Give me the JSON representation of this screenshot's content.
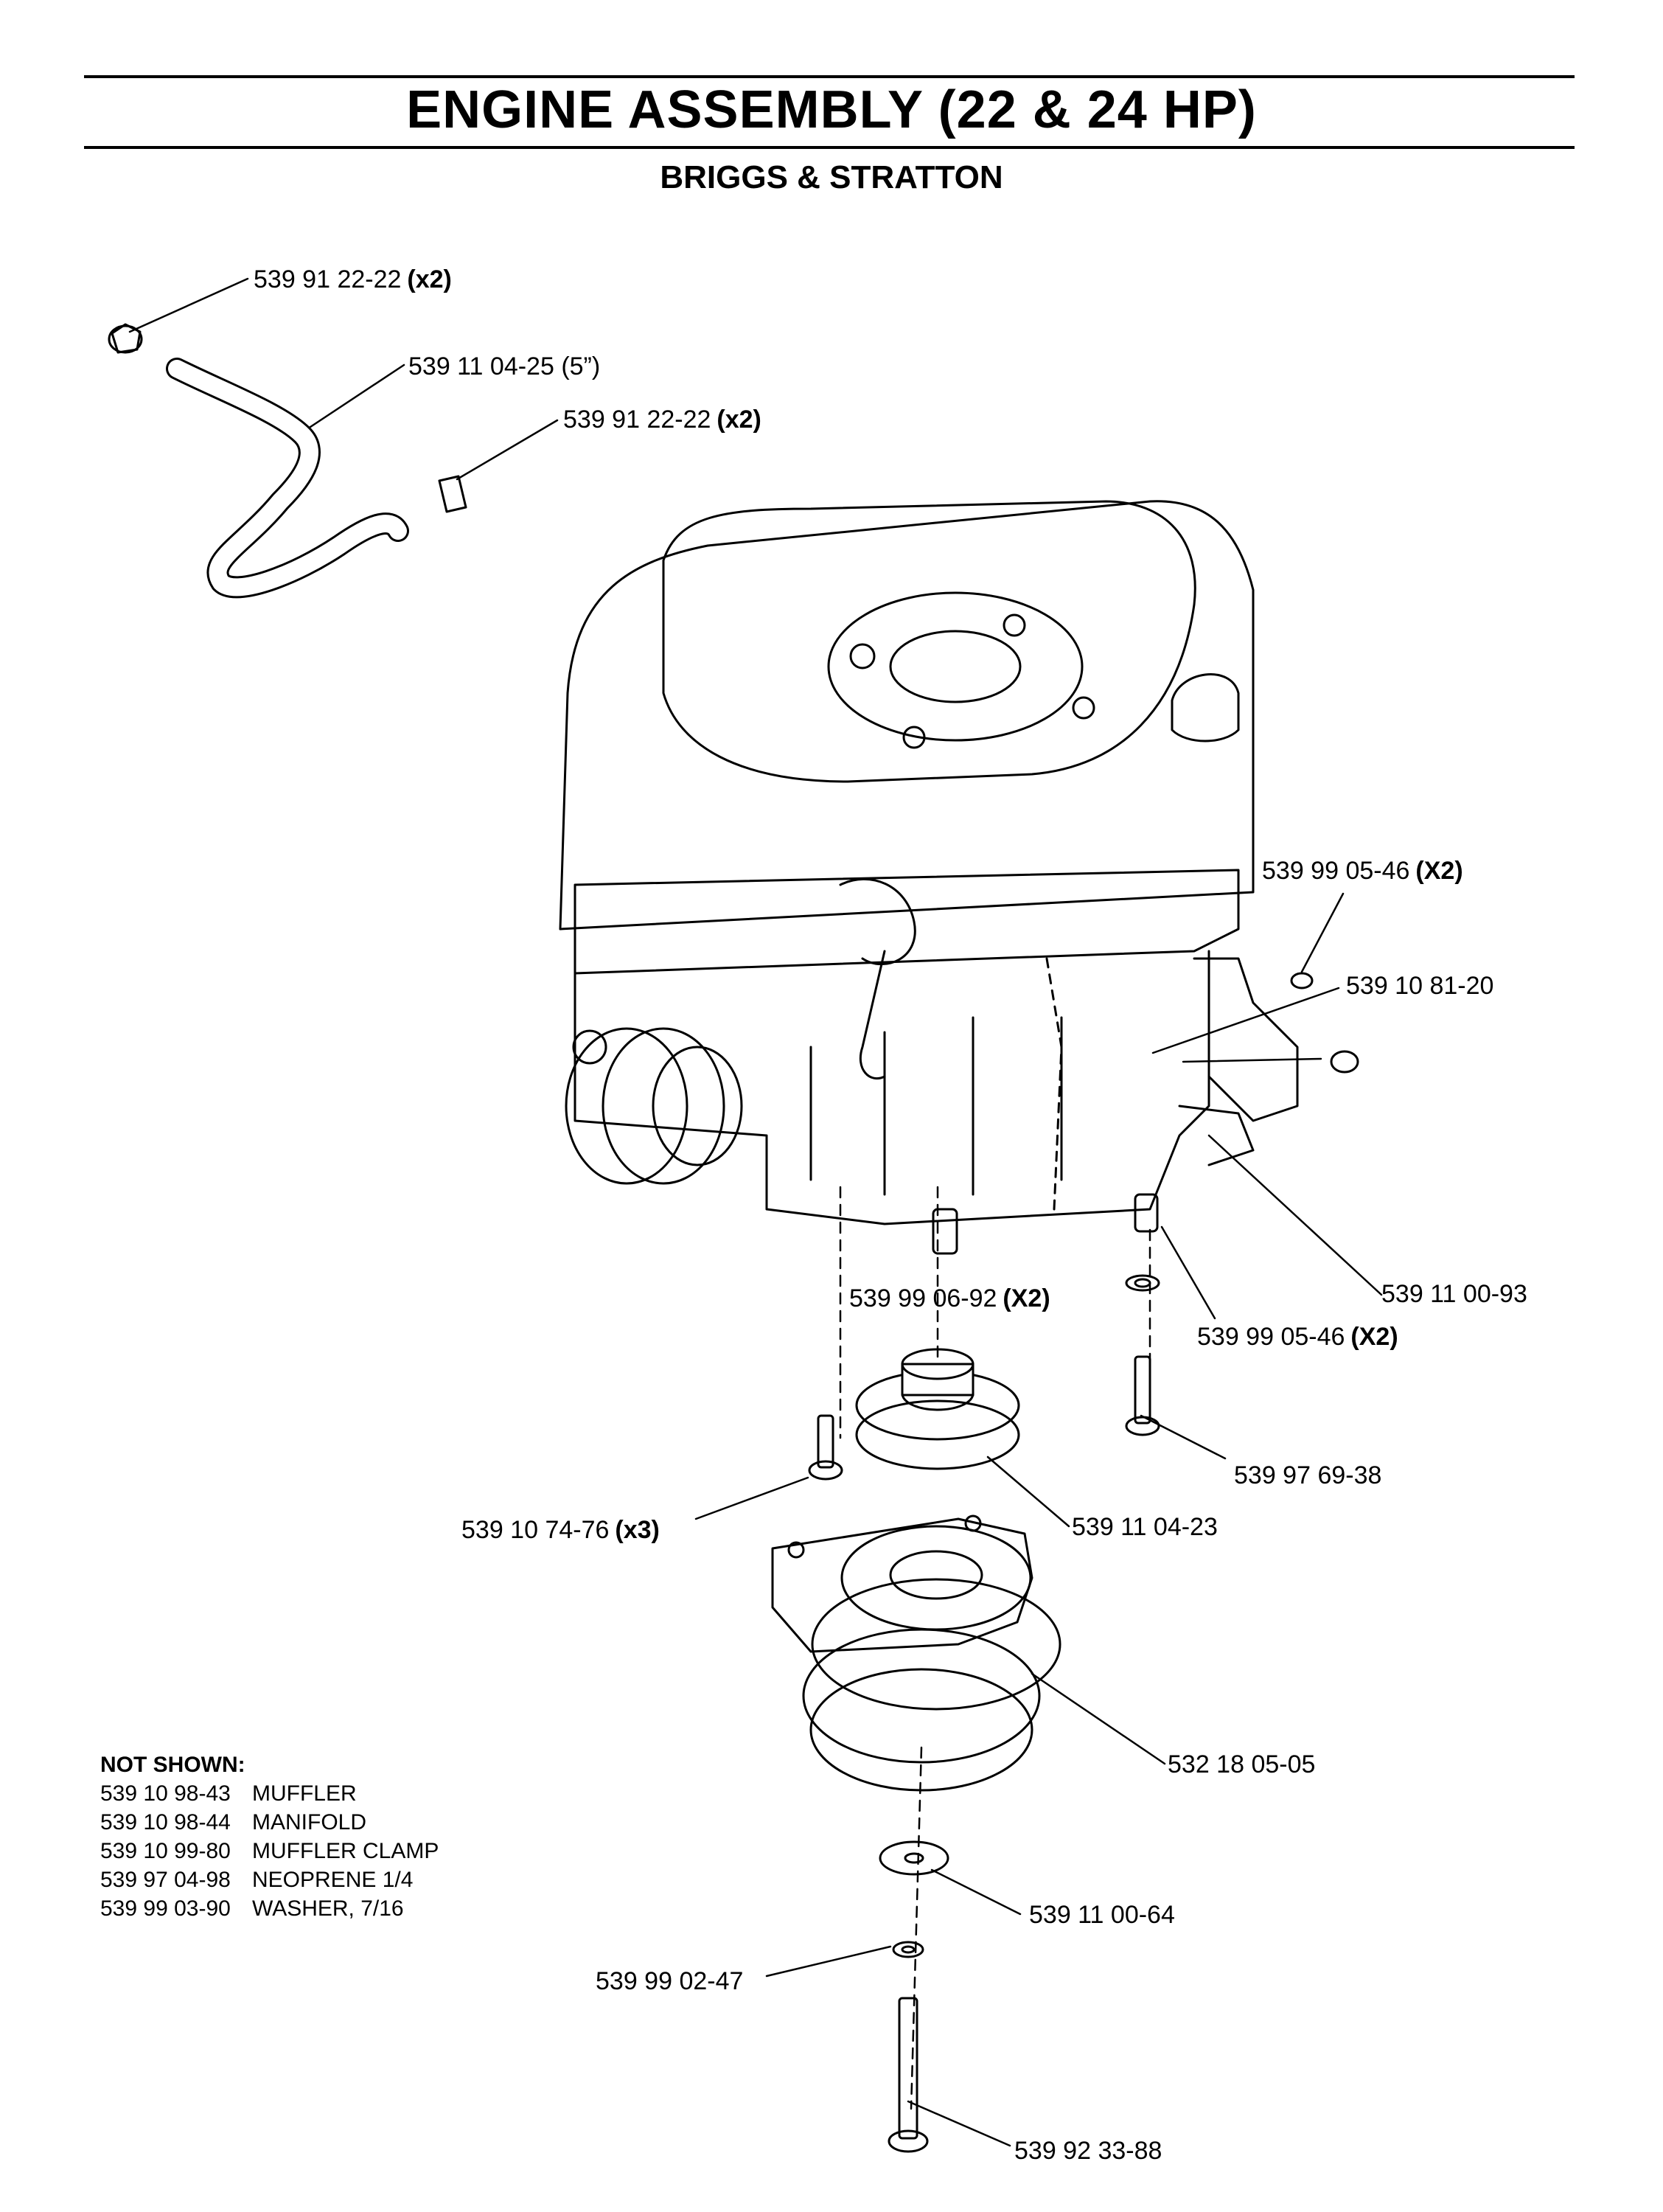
{
  "header": {
    "title": "ENGINE ASSEMBLY (22 & 24 HP)",
    "subtitle": "BRIGGS & STRATTON"
  },
  "callouts": [
    {
      "part": "539 91 22-22",
      "qty": "(x2)"
    },
    {
      "part": "539 11 04-25 (5”)",
      "qty": ""
    },
    {
      "part": "539 91 22-22",
      "qty": "(x2)"
    },
    {
      "part": "539 99 05-46",
      "qty": "(X2)"
    },
    {
      "part": "539 10 81-20",
      "qty": ""
    },
    {
      "part": "539 11 00-93",
      "qty": ""
    },
    {
      "part": "539 99 06-92",
      "qty": "(X2)"
    },
    {
      "part": "539 99 05-46",
      "qty": "(X2)"
    },
    {
      "part": "539 97 69-38",
      "qty": ""
    },
    {
      "part": "539 10 74-76",
      "qty": "(x3)"
    },
    {
      "part": "539 11 04-23",
      "qty": ""
    },
    {
      "part": "532 18 05-05",
      "qty": ""
    },
    {
      "part": "539 11 00-64",
      "qty": ""
    },
    {
      "part": "539 99 02-47",
      "qty": ""
    },
    {
      "part": "539 92 33-88",
      "qty": ""
    }
  ],
  "not_shown": {
    "heading": "NOT SHOWN:",
    "items": [
      {
        "part": "539 10 98-43",
        "desc": "MUFFLER"
      },
      {
        "part": "539 10 98-44",
        "desc": "MANIFOLD"
      },
      {
        "part": "539 10 99-80",
        "desc": "MUFFLER CLAMP"
      },
      {
        "part": "539 97 04-98",
        "desc": "NEOPRENE 1/4"
      },
      {
        "part": "539 99 03-90",
        "desc": "WASHER, 7/16"
      }
    ]
  }
}
